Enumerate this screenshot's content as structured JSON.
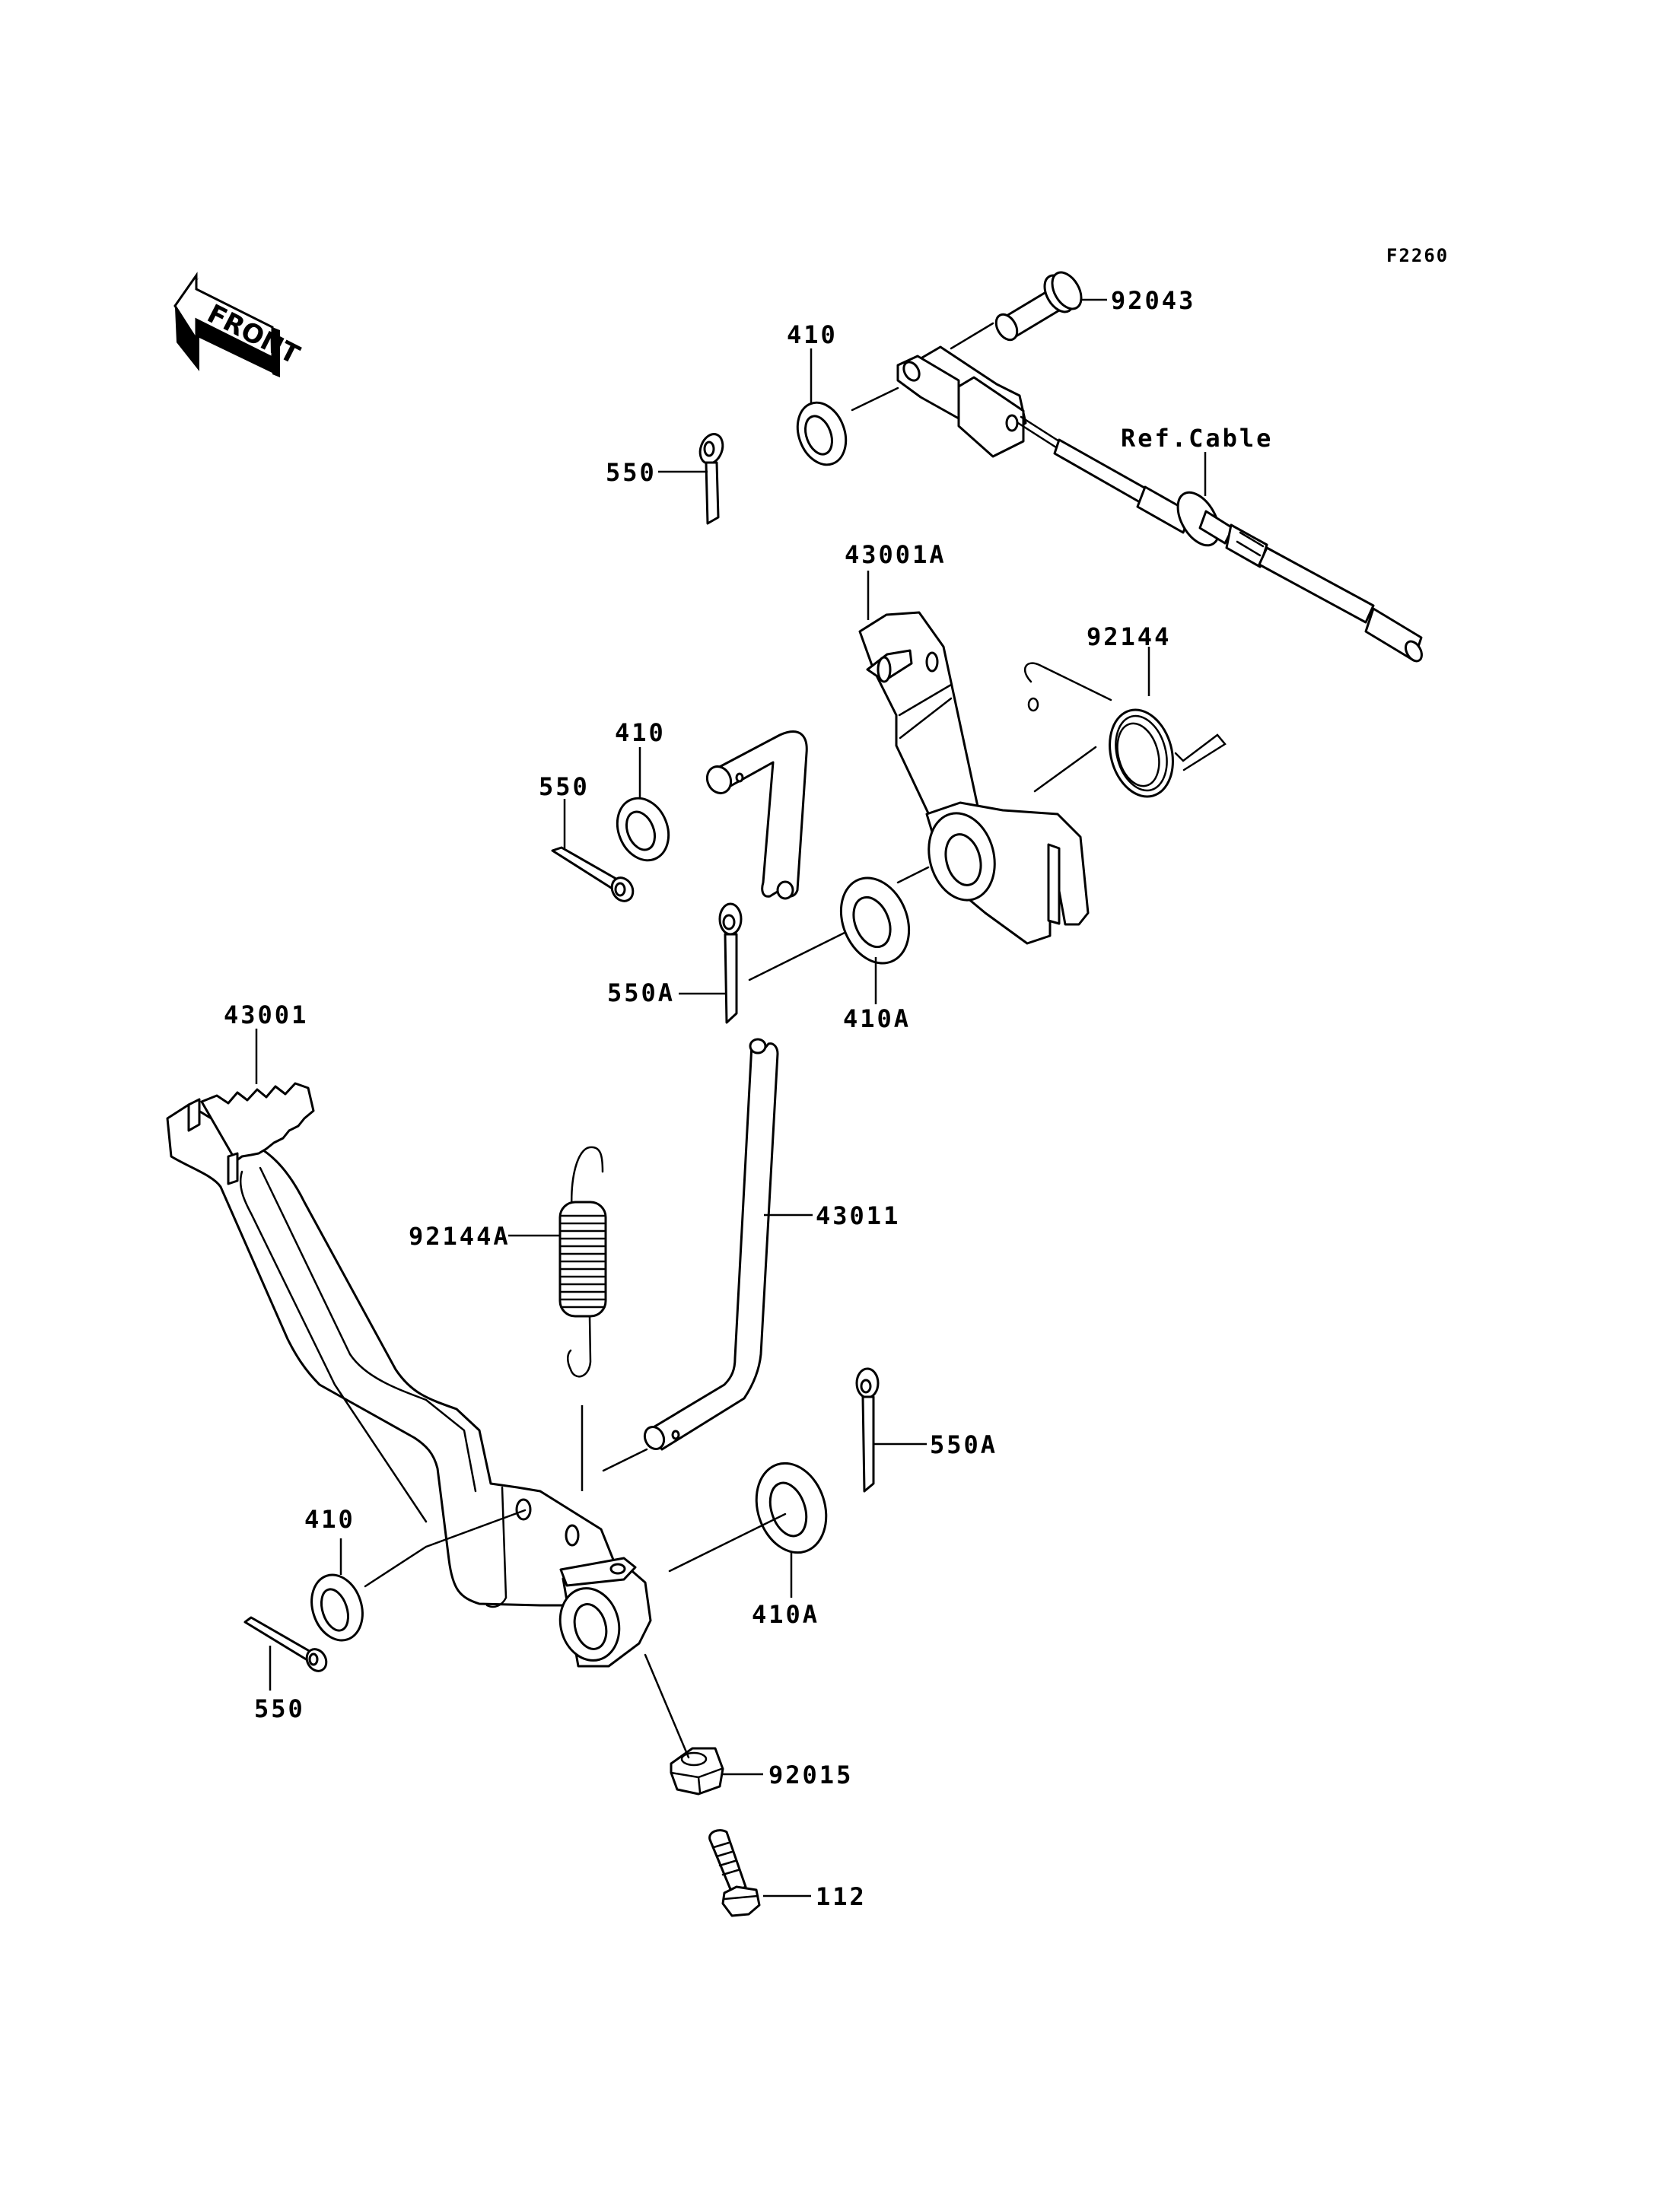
{
  "figure": {
    "id": "F2260",
    "orientation_label": "FRONT"
  },
  "callouts": {
    "pin_92043": "92043",
    "washer_410_top": "410",
    "cotter_550_top": "550",
    "ref_cable": "Ref.Cable",
    "lever_43001A": "43001A",
    "spring_92144": "92144",
    "washer_410_mid": "410",
    "cotter_550_mid": "550",
    "cotter_550A_mid": "550A",
    "washer_410A_mid": "410A",
    "pedal_43001": "43001",
    "spring_92144A": "92144A",
    "rod_43011": "43011",
    "cotter_550A_low": "550A",
    "washer_410_low": "410",
    "washer_410A_low": "410A",
    "cotter_550_low": "550",
    "nut_92015": "92015",
    "bolt_112": "112"
  },
  "icons": {
    "front_arrow": "front-arrow-icon"
  }
}
